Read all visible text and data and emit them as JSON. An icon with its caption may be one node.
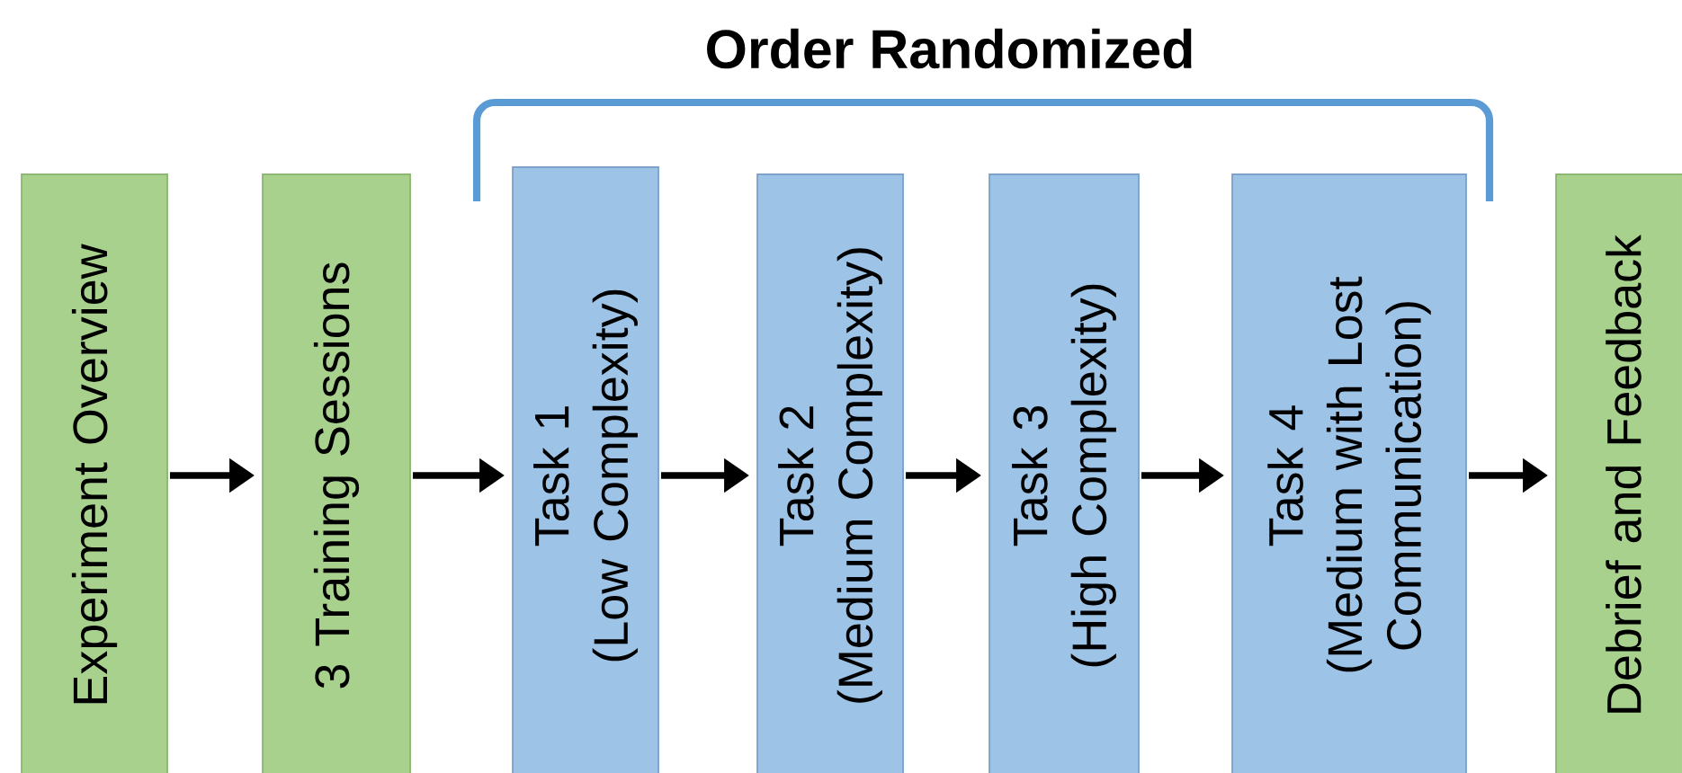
{
  "diagram": {
    "nodes": [
      {
        "text": [
          "Experiment Overview"
        ]
      },
      {
        "text": [
          "3 Training Sessions"
        ]
      },
      {
        "text": [
          "Task 1",
          "(Low Complexity)"
        ]
      },
      {
        "text": [
          "Task 2",
          "(Medium Complexity)"
        ]
      },
      {
        "text": [
          "Task 3",
          "(High Complexity)"
        ]
      },
      {
        "text": [
          "Task 4",
          "(Medium with Lost Communication)"
        ]
      },
      {
        "text": [
          "Debrief and Feedback"
        ]
      }
    ],
    "edges": [
      {
        "from": 0,
        "to": 1,
        "arrow": "to"
      },
      {
        "from": 1,
        "to": 2,
        "arrow": "to"
      },
      {
        "from": 2,
        "to": 3,
        "arrow": "to"
      },
      {
        "from": 3,
        "to": 4,
        "arrow": "to"
      },
      {
        "from": 4,
        "to": 5,
        "arrow": "to"
      },
      {
        "from": 5,
        "to": 6,
        "arrow": "to"
      }
    ],
    "labels": [
      "Order Randomized"
    ]
  }
}
